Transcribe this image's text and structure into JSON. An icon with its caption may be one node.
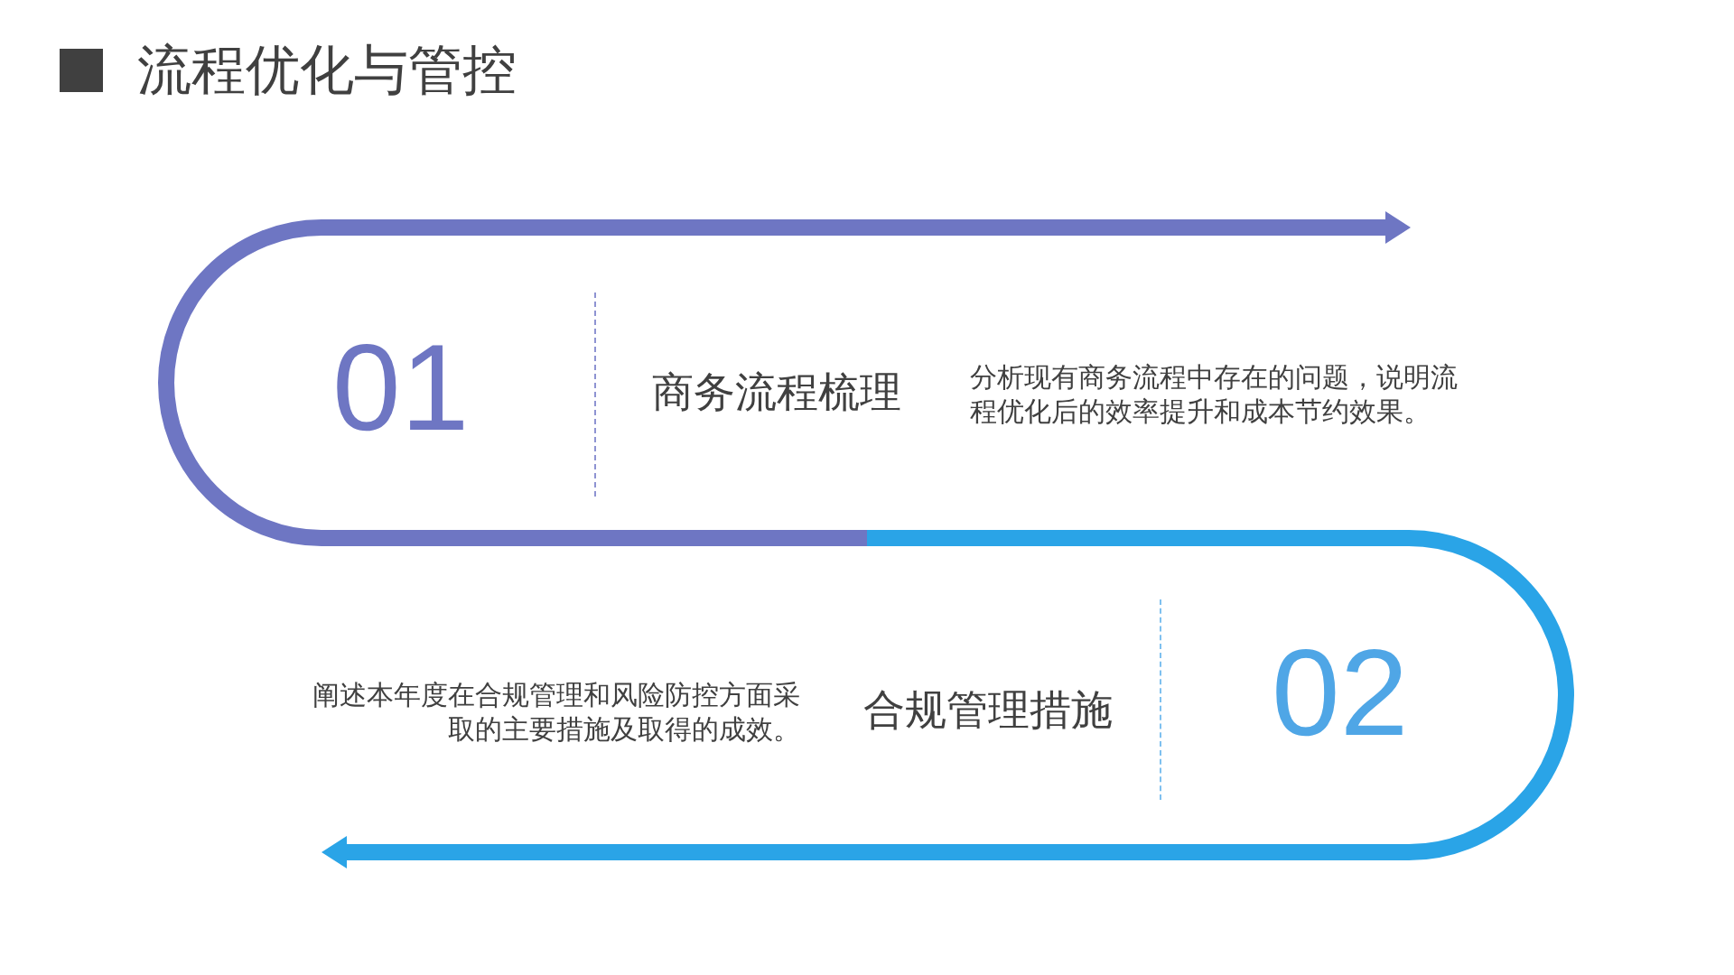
{
  "diagram": {
    "title": "流程优化与管控",
    "labels": [
      "01",
      "商务流程梳理",
      "分析现有商务流程中存在的问题，说明流程优化后的效率提升和成本节约效果。",
      "阐述本年度在合规管理和风险防控方面采取的主要措施及取得的成效。",
      "合规管理措施",
      "02"
    ]
  }
}
